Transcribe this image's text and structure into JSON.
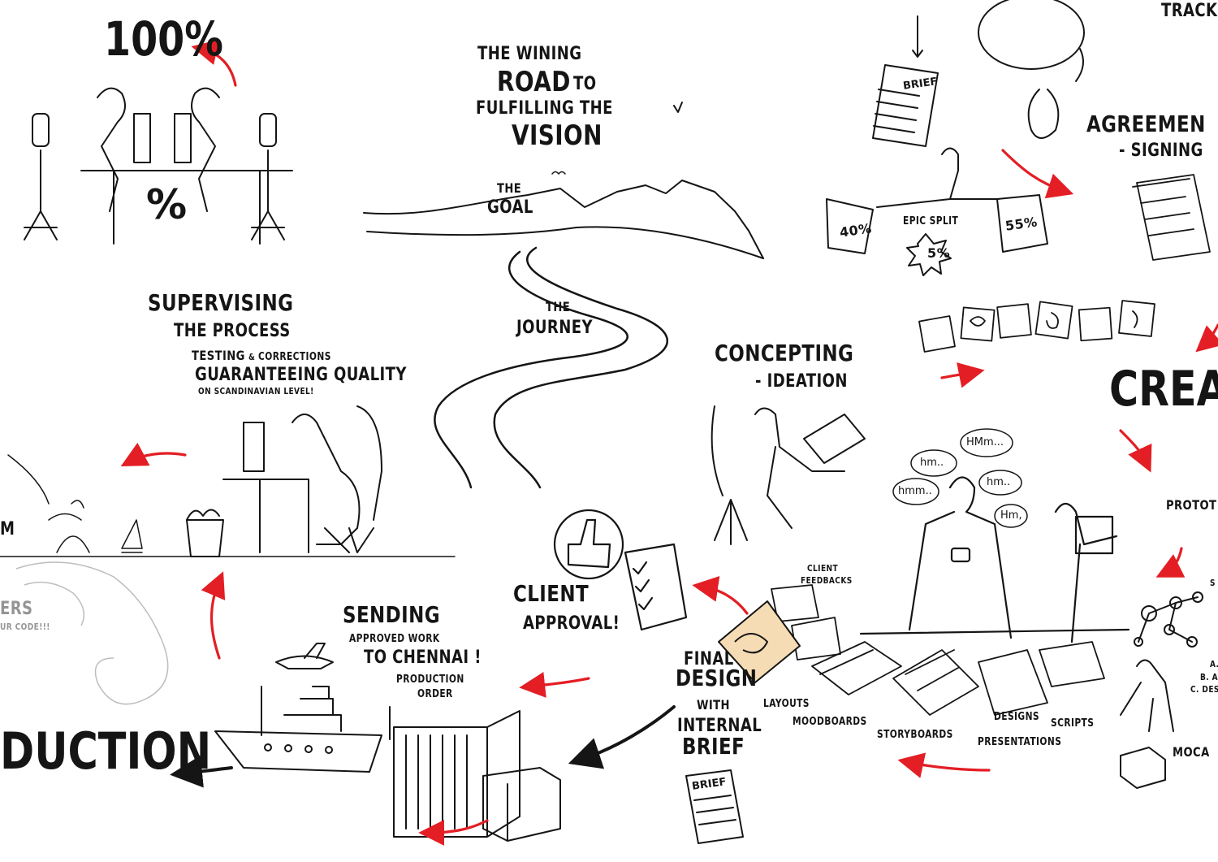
{
  "colors": {
    "ink": "#151515",
    "accent_arrow": "#e31e24",
    "paper": "#ffffff",
    "ghost": "#bdbdbd"
  },
  "labels": {
    "percent_big": "100%",
    "percent_desk": "%",
    "title_l1": "THE WINING",
    "title_l2": "ROAD",
    "title_to": "TO",
    "title_l3": "FULFILLING THE",
    "title_l4": "VISION",
    "goal_l1": "THE",
    "goal_l2": "GOAL",
    "journey_l1": "THE",
    "journey_l2": "JOURNEY",
    "track": "TRACK",
    "agreement": "AGREEMEN",
    "signing": "- SIGNING",
    "brief_top": "BRIEF",
    "split_left": "40%",
    "split_right": "55%",
    "split_center": "5%",
    "epic_split": "EPIC SPLIT",
    "supervising": "SUPERVISING",
    "the_process": "THE PROCESS",
    "testing": "TESTING",
    "amp": "&",
    "corrections": "CORRECTIONS",
    "guaranteeing": "GUARANTEEING QUALITY",
    "scandinavian": "ON SCANDINAVIAN LEVEL!",
    "concepting": "CONCEPTING",
    "ideation": "- IDEATION",
    "crea": "CREA",
    "hm": "hm..",
    "hmm_big": "HMm...",
    "hmm": "hmm..",
    "hm2": "hm..",
    "hm3": "Hm,",
    "prototype": "PROTOT",
    "client_feedbacks_l1": "CLIENT",
    "client_feedbacks_l2": "FEEDBACKS",
    "client": "CLIENT",
    "approval": "APPROVAL!",
    "final": "FINAL",
    "design": "DESIGN",
    "with": "WITH",
    "internal": "INTERNAL",
    "brief": "BRIEF",
    "brief_bottom": "BRIEF",
    "layouts": "LAYOUTS",
    "moodboards": "MOODBOARDS",
    "storyboards": "STORYBOARDS",
    "designs": "DESIGNS",
    "presentations": "PRESENTATIONS",
    "scripts": "SCRIPTS",
    "mocap": "MOCA",
    "abc_a": "A.",
    "abc_b": "B. A",
    "abc_c": "C. DES",
    "s_cut": "S",
    "sending": "SENDING",
    "approved_work": "APPROVED WORK",
    "to_chennai": "TO CHENNAI !",
    "production_order_l1": "PRODUCTION",
    "production_order_l2": "ORDER",
    "production": "DUCTION",
    "m_cut": "M",
    "ers_cut": "ERS",
    "code_cut": "UR CODE!!!"
  }
}
